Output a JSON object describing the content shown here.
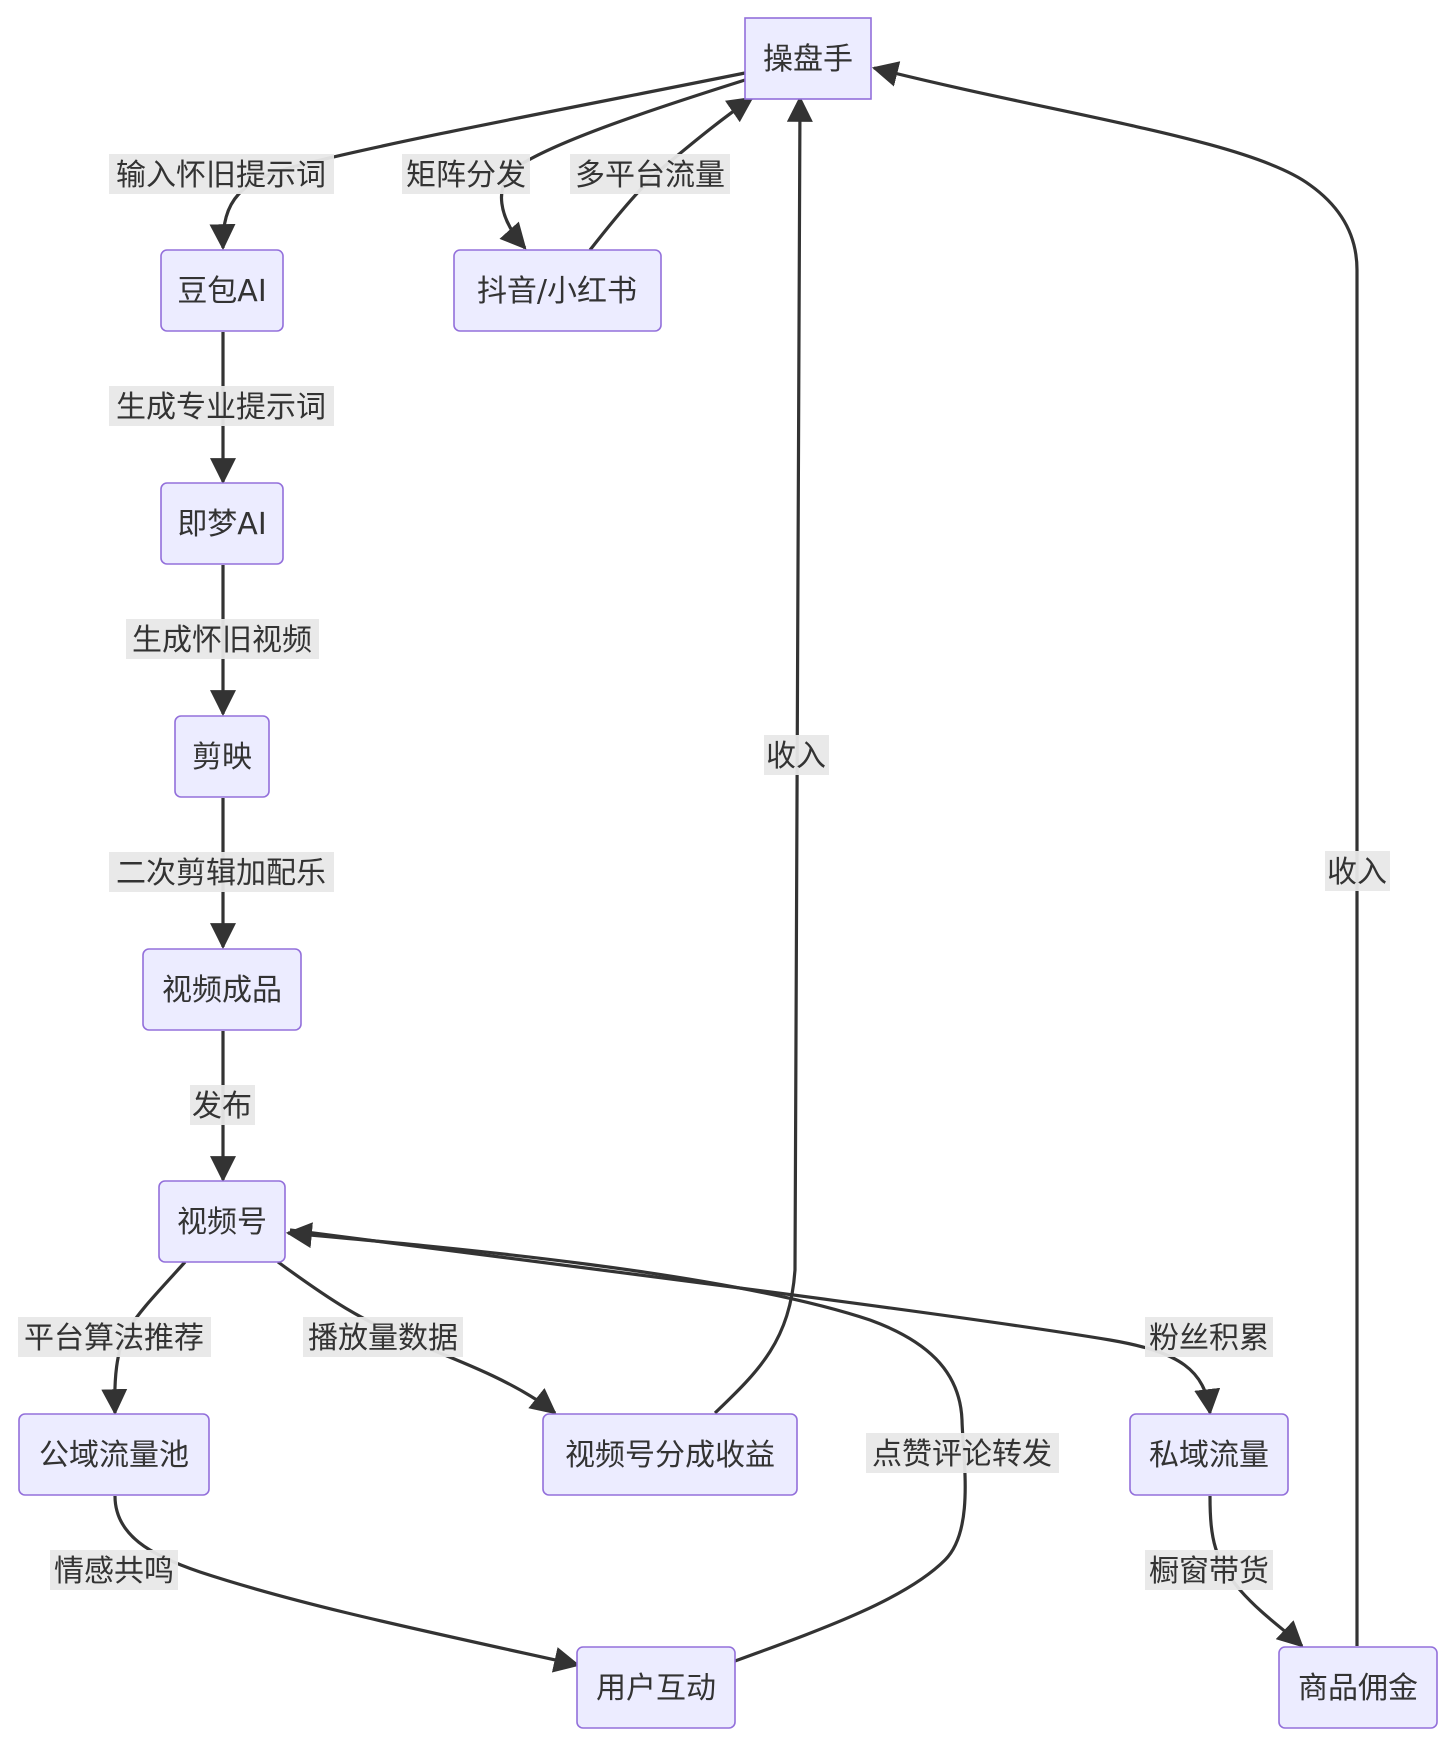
{
  "nodes": {
    "operator": "操盘手",
    "doubao": "豆包AI",
    "douyin_xhs": "抖音/小红书",
    "jimeng": "即梦AI",
    "jianying": "剪映",
    "video_product": "视频成品",
    "shipinhao": "视频号",
    "public_pool": "公域流量池",
    "revenue_share": "视频号分成收益",
    "private_traffic": "私域流量",
    "user_interaction": "用户互动",
    "commission": "商品佣金"
  },
  "edges": {
    "input_prompt": "输入怀旧提示词",
    "matrix": "矩阵分发",
    "multi_platform": "多平台流量",
    "gen_prompt": "生成专业提示词",
    "gen_video": "生成怀旧视频",
    "edit": "二次剪辑加配乐",
    "publish": "发布",
    "algo": "平台算法推荐",
    "play_data": "播放量数据",
    "fans": "粉丝积累",
    "like": "点赞评论转发",
    "resonance": "情感共鸣",
    "window": "橱窗带货",
    "income_1": "收入",
    "income_2": "收入"
  }
}
